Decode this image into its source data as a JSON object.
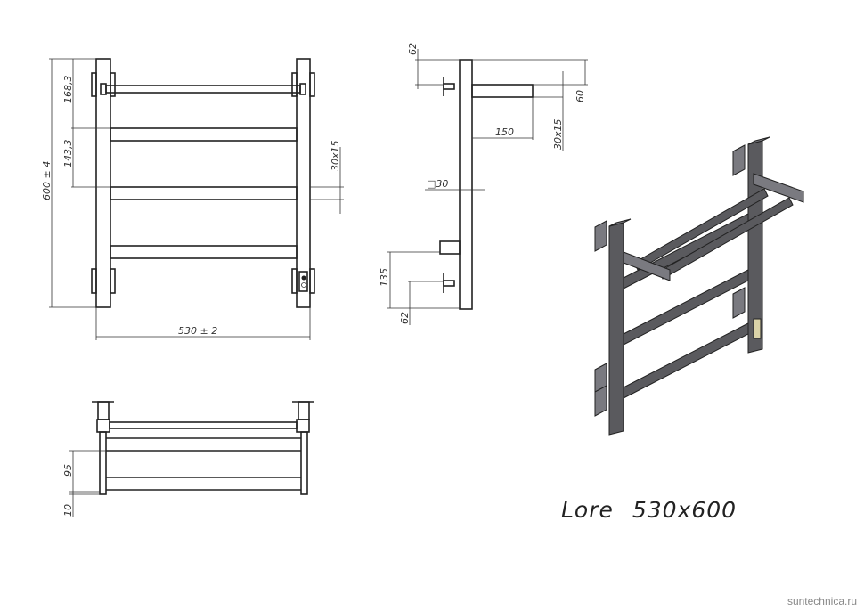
{
  "front_view": {
    "height": "600 ± 4",
    "width": "530 ± 2",
    "top_spacing": "168,3",
    "rung_spacing": "143,3",
    "rung_section": "30x15"
  },
  "side_view": {
    "top_offset": "62",
    "shelf_height": "60",
    "shelf_depth": "150",
    "shelf_section": "30x15",
    "stile_section": "□30",
    "lower_stub": "135",
    "bottom_offset": "62"
  },
  "top_view": {
    "rail_spacing": "95",
    "bottom_gap": "10"
  },
  "product_title": "Lore 530x600",
  "watermark": "suntechnica.ru",
  "colors": {
    "line": "#222222",
    "render_fill": "#5a5a5e"
  }
}
